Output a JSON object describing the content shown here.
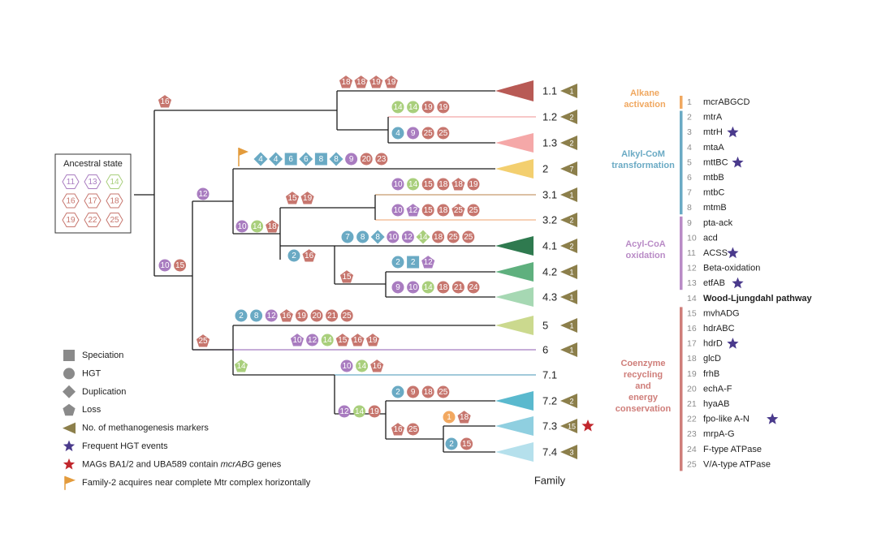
{
  "colors": {
    "tree": "#1a1a1a",
    "marker": "#8c7f4b",
    "star_blue": "#4a3a8c",
    "star_red": "#c1272d",
    "flag": "#e39b3c",
    "events": {
      "red": "#c7766e",
      "blue": "#6aaac4",
      "purple": "#a97cc0",
      "green": "#a9cf7c",
      "orange": "#f2a860"
    },
    "categories": {
      "alkane": "#f0a860",
      "alkyl": "#6aaac4",
      "acyl": "#b98bc6",
      "wl": "#b5d37e",
      "coenzyme": "#cf7e7a"
    }
  },
  "ancestral_state": {
    "title": "Ancestral state",
    "items": [
      {
        "n": "11",
        "color": "purple"
      },
      {
        "n": "13",
        "color": "purple"
      },
      {
        "n": "14",
        "color": "green"
      },
      {
        "n": "16",
        "color": "red"
      },
      {
        "n": "17",
        "color": "red"
      },
      {
        "n": "18",
        "color": "red"
      },
      {
        "n": "19",
        "color": "red"
      },
      {
        "n": "22",
        "color": "red"
      },
      {
        "n": "25",
        "color": "red"
      }
    ]
  },
  "families": [
    {
      "label": "1.1",
      "color": "#b85a55",
      "markers": "1"
    },
    {
      "label": "1.2",
      "color": "#f2a8a8",
      "markers": "2"
    },
    {
      "label": "1.3",
      "color": "#f5a8a8",
      "markers": "2"
    },
    {
      "label": "2",
      "color": "#f3cf6f",
      "markers": "7"
    },
    {
      "label": "3.1",
      "color": "#c79a6e",
      "markers": "1"
    },
    {
      "label": "3.2",
      "color": "#f2b48a",
      "markers": "2"
    },
    {
      "label": "4.1",
      "color": "#2f7a4f",
      "markers": "2"
    },
    {
      "label": "4.2",
      "color": "#5fb07e",
      "markers": "1"
    },
    {
      "label": "4.3",
      "color": "#a6d8b3",
      "markers": "1"
    },
    {
      "label": "5",
      "color": "#cbd98e",
      "markers": "1"
    },
    {
      "label": "6",
      "color": "#a57cc0",
      "markers": "1"
    },
    {
      "label": "7.1",
      "color": "#6aaac4",
      "markers": ""
    },
    {
      "label": "7.2",
      "color": "#5ab9ce",
      "markers": "2"
    },
    {
      "label": "7.3",
      "color": "#8fcfe0",
      "markers": "15"
    },
    {
      "label": "7.4",
      "color": "#b5e0ec",
      "markers": "3"
    }
  ],
  "family_axis_label": "Family",
  "events": [
    {
      "branch": "root-16",
      "items": [
        {
          "s": "pentagon",
          "c": "red",
          "n": "16"
        }
      ]
    },
    {
      "branch": "1.1",
      "items": [
        {
          "s": "pentagon",
          "c": "red",
          "n": "18"
        },
        {
          "s": "pentagon",
          "c": "red",
          "n": "18"
        },
        {
          "s": "pentagon",
          "c": "red",
          "n": "19"
        },
        {
          "s": "pentagon",
          "c": "red",
          "n": "19"
        }
      ]
    },
    {
      "branch": "1.2",
      "items": [
        {
          "s": "circle",
          "c": "green",
          "n": "14"
        },
        {
          "s": "circle",
          "c": "green",
          "n": "14"
        },
        {
          "s": "circle",
          "c": "red",
          "n": "19"
        },
        {
          "s": "circle",
          "c": "red",
          "n": "19"
        }
      ]
    },
    {
      "branch": "1.3",
      "items": [
        {
          "s": "circle",
          "c": "blue",
          "n": "4"
        },
        {
          "s": "circle",
          "c": "purple",
          "n": "9"
        },
        {
          "s": "circle",
          "c": "red",
          "n": "25"
        },
        {
          "s": "circle",
          "c": "red",
          "n": "25"
        }
      ]
    },
    {
      "branch": "2",
      "items": [
        {
          "s": "diamond",
          "c": "blue",
          "n": "4"
        },
        {
          "s": "diamond",
          "c": "blue",
          "n": "4"
        },
        {
          "s": "square",
          "c": "blue",
          "n": "6"
        },
        {
          "s": "diamond",
          "c": "blue",
          "n": "6"
        },
        {
          "s": "square",
          "c": "blue",
          "n": "8"
        },
        {
          "s": "diamond",
          "c": "blue",
          "n": "8"
        },
        {
          "s": "circle",
          "c": "purple",
          "n": "9"
        },
        {
          "s": "circle",
          "c": "red",
          "n": "20"
        },
        {
          "s": "circle",
          "c": "red",
          "n": "23"
        }
      ]
    },
    {
      "branch": "n12",
      "items": [
        {
          "s": "circle",
          "c": "purple",
          "n": "12"
        }
      ]
    },
    {
      "branch": "n10-14-18",
      "items": [
        {
          "s": "circle",
          "c": "purple",
          "n": "10"
        },
        {
          "s": "circle",
          "c": "green",
          "n": "14"
        },
        {
          "s": "pentagon",
          "c": "red",
          "n": "18"
        }
      ]
    },
    {
      "branch": "n15-19",
      "items": [
        {
          "s": "pentagon",
          "c": "red",
          "n": "15"
        },
        {
          "s": "pentagon",
          "c": "red",
          "n": "19"
        }
      ]
    },
    {
      "branch": "3.1",
      "items": [
        {
          "s": "circle",
          "c": "purple",
          "n": "10"
        },
        {
          "s": "circle",
          "c": "green",
          "n": "14"
        },
        {
          "s": "circle",
          "c": "red",
          "n": "15"
        },
        {
          "s": "circle",
          "c": "red",
          "n": "18"
        },
        {
          "s": "pentagon",
          "c": "red",
          "n": "18"
        },
        {
          "s": "circle",
          "c": "red",
          "n": "19"
        }
      ]
    },
    {
      "branch": "3.2",
      "items": [
        {
          "s": "circle",
          "c": "purple",
          "n": "10"
        },
        {
          "s": "pentagon",
          "c": "purple",
          "n": "12"
        },
        {
          "s": "circle",
          "c": "red",
          "n": "15"
        },
        {
          "s": "circle",
          "c": "red",
          "n": "18"
        },
        {
          "s": "pentagon",
          "c": "red",
          "n": "25"
        },
        {
          "s": "circle",
          "c": "red",
          "n": "25"
        }
      ]
    },
    {
      "branch": "n2-16",
      "items": [
        {
          "s": "circle",
          "c": "blue",
          "n": "2"
        },
        {
          "s": "pentagon",
          "c": "red",
          "n": "16"
        }
      ]
    },
    {
      "branch": "4.1",
      "items": [
        {
          "s": "circle",
          "c": "blue",
          "n": "7"
        },
        {
          "s": "circle",
          "c": "blue",
          "n": "8"
        },
        {
          "s": "diamond",
          "c": "blue",
          "n": "8"
        },
        {
          "s": "circle",
          "c": "purple",
          "n": "10"
        },
        {
          "s": "circle",
          "c": "purple",
          "n": "12"
        },
        {
          "s": "diamond",
          "c": "green",
          "n": "14"
        },
        {
          "s": "circle",
          "c": "red",
          "n": "18"
        },
        {
          "s": "circle",
          "c": "red",
          "n": "25"
        },
        {
          "s": "circle",
          "c": "red",
          "n": "25"
        }
      ]
    },
    {
      "branch": "n15b",
      "items": [
        {
          "s": "pentagon",
          "c": "red",
          "n": "15"
        }
      ]
    },
    {
      "branch": "4.2",
      "items": [
        {
          "s": "circle",
          "c": "blue",
          "n": "2"
        },
        {
          "s": "square",
          "c": "blue",
          "n": "2"
        },
        {
          "s": "pentagon",
          "c": "purple",
          "n": "12"
        }
      ]
    },
    {
      "branch": "4.3",
      "items": [
        {
          "s": "circle",
          "c": "purple",
          "n": "9"
        },
        {
          "s": "circle",
          "c": "purple",
          "n": "10"
        },
        {
          "s": "circle",
          "c": "green",
          "n": "14"
        },
        {
          "s": "circle",
          "c": "red",
          "n": "18"
        },
        {
          "s": "circle",
          "c": "red",
          "n": "21"
        },
        {
          "s": "circle",
          "c": "red",
          "n": "24"
        }
      ]
    },
    {
      "branch": "n10-15",
      "items": [
        {
          "s": "circle",
          "c": "purple",
          "n": "10"
        },
        {
          "s": "circle",
          "c": "red",
          "n": "15"
        }
      ]
    },
    {
      "branch": "n25",
      "items": [
        {
          "s": "pentagon",
          "c": "red",
          "n": "25"
        }
      ]
    },
    {
      "branch": "5",
      "items": [
        {
          "s": "circle",
          "c": "blue",
          "n": "2"
        },
        {
          "s": "circle",
          "c": "blue",
          "n": "8"
        },
        {
          "s": "circle",
          "c": "purple",
          "n": "12"
        },
        {
          "s": "pentagon",
          "c": "red",
          "n": "16"
        },
        {
          "s": "circle",
          "c": "red",
          "n": "19"
        },
        {
          "s": "circle",
          "c": "red",
          "n": "20"
        },
        {
          "s": "circle",
          "c": "red",
          "n": "21"
        },
        {
          "s": "circle",
          "c": "red",
          "n": "25"
        }
      ]
    },
    {
      "branch": "n14",
      "items": [
        {
          "s": "pentagon",
          "c": "green",
          "n": "14"
        }
      ]
    },
    {
      "branch": "6",
      "items": [
        {
          "s": "pentagon",
          "c": "purple",
          "n": "10"
        },
        {
          "s": "circle",
          "c": "purple",
          "n": "12"
        },
        {
          "s": "circle",
          "c": "green",
          "n": "14"
        },
        {
          "s": "pentagon",
          "c": "red",
          "n": "15"
        },
        {
          "s": "pentagon",
          "c": "red",
          "n": "16"
        },
        {
          "s": "pentagon",
          "c": "red",
          "n": "19"
        }
      ]
    },
    {
      "branch": "7.1",
      "items": [
        {
          "s": "circle",
          "c": "purple",
          "n": "10"
        },
        {
          "s": "circle",
          "c": "green",
          "n": "14"
        },
        {
          "s": "pentagon",
          "c": "red",
          "n": "16"
        }
      ]
    },
    {
      "branch": "n12-14-19",
      "items": [
        {
          "s": "circle",
          "c": "purple",
          "n": "12"
        },
        {
          "s": "circle",
          "c": "green",
          "n": "14"
        },
        {
          "s": "circle",
          "c": "red",
          "n": "19"
        }
      ]
    },
    {
      "branch": "7.2",
      "items": [
        {
          "s": "circle",
          "c": "blue",
          "n": "2"
        },
        {
          "s": "circle",
          "c": "red",
          "n": "9"
        },
        {
          "s": "circle",
          "c": "red",
          "n": "18"
        },
        {
          "s": "circle",
          "c": "red",
          "n": "25"
        }
      ]
    },
    {
      "branch": "n16-25",
      "items": [
        {
          "s": "pentagon",
          "c": "red",
          "n": "16"
        },
        {
          "s": "circle",
          "c": "red",
          "n": "25"
        }
      ]
    },
    {
      "branch": "7.3",
      "items": [
        {
          "s": "circle",
          "c": "orange",
          "n": "1"
        },
        {
          "s": "pentagon",
          "c": "red",
          "n": "18"
        }
      ]
    },
    {
      "branch": "7.4",
      "items": [
        {
          "s": "circle",
          "c": "blue",
          "n": "2"
        },
        {
          "s": "circle",
          "c": "red",
          "n": "15"
        }
      ]
    }
  ],
  "categories": [
    {
      "key": "alkane",
      "label": [
        "Alkane",
        "activation"
      ]
    },
    {
      "key": "alkyl",
      "label": [
        "Alkyl-CoM",
        "transformation"
      ]
    },
    {
      "key": "acyl",
      "label": [
        "Acyl-CoA",
        "oxidation"
      ]
    },
    {
      "key": "coenzyme",
      "label": [
        "Coenzyme",
        "recycling",
        "and",
        "energy",
        "conservation"
      ]
    }
  ],
  "genes": [
    {
      "n": "1",
      "name": "mcrABGCD",
      "cat": "alkane",
      "star": false
    },
    {
      "n": "2",
      "name": "mtrA",
      "cat": "alkyl",
      "star": false
    },
    {
      "n": "3",
      "name": "mtrH",
      "cat": "alkyl",
      "star": true
    },
    {
      "n": "4",
      "name": "mtaA",
      "cat": "alkyl",
      "star": false
    },
    {
      "n": "5",
      "name": "mttBC",
      "cat": "alkyl",
      "star": true
    },
    {
      "n": "6",
      "name": "mtbB",
      "cat": "alkyl",
      "star": false
    },
    {
      "n": "7",
      "name": "mtbC",
      "cat": "alkyl",
      "star": false
    },
    {
      "n": "8",
      "name": "mtmB",
      "cat": "alkyl",
      "star": false
    },
    {
      "n": "9",
      "name": "pta-ack",
      "cat": "acyl",
      "star": false
    },
    {
      "n": "10",
      "name": "acd",
      "cat": "acyl",
      "star": false
    },
    {
      "n": "11",
      "name": "ACSS",
      "cat": "acyl",
      "star": true
    },
    {
      "n": "12",
      "name": "Beta-oxidation",
      "cat": "acyl",
      "star": false
    },
    {
      "n": "13",
      "name": "etfAB",
      "cat": "acyl",
      "star": true
    },
    {
      "n": "14",
      "name": "Wood-Ljungdahl pathway",
      "cat": "wl",
      "star": false
    },
    {
      "n": "15",
      "name": "mvhADG",
      "cat": "coenzyme",
      "star": false
    },
    {
      "n": "16",
      "name": "hdrABC",
      "cat": "coenzyme",
      "star": false
    },
    {
      "n": "17",
      "name": "hdrD",
      "cat": "coenzyme",
      "star": true
    },
    {
      "n": "18",
      "name": "glcD",
      "cat": "coenzyme",
      "star": false
    },
    {
      "n": "19",
      "name": "frhB",
      "cat": "coenzyme",
      "star": false
    },
    {
      "n": "20",
      "name": "echA-F",
      "cat": "coenzyme",
      "star": false
    },
    {
      "n": "21",
      "name": "hyaAB",
      "cat": "coenzyme",
      "star": false
    },
    {
      "n": "22",
      "name": "fpo-like A-N",
      "cat": "coenzyme",
      "star": true
    },
    {
      "n": "23",
      "name": "mrpA-G",
      "cat": "coenzyme",
      "star": false
    },
    {
      "n": "24",
      "name": "F-type ATPase",
      "cat": "coenzyme",
      "star": false
    },
    {
      "n": "25",
      "name": "V/A-type ATPase",
      "cat": "coenzyme",
      "star": false
    }
  ],
  "legend": [
    {
      "icon": "square",
      "label": "Speciation"
    },
    {
      "icon": "circle",
      "label": "HGT"
    },
    {
      "icon": "diamond",
      "label": "Duplication"
    },
    {
      "icon": "pentagon",
      "label": "Loss"
    },
    {
      "icon": "marker",
      "label": "No. of methanogenesis markers"
    },
    {
      "icon": "star-blue",
      "label": "Frequent HGT events"
    },
    {
      "icon": "star-red",
      "label": "MAGs BA1/2 and UBA589 contain mcrABG genes",
      "plain": "MAGs BA1/2 and UBA589 contain ",
      "italic": "mcrABG",
      "after": " genes"
    },
    {
      "icon": "flag",
      "label": "Family-2 acquires near complete Mtr complex horizontally"
    }
  ]
}
